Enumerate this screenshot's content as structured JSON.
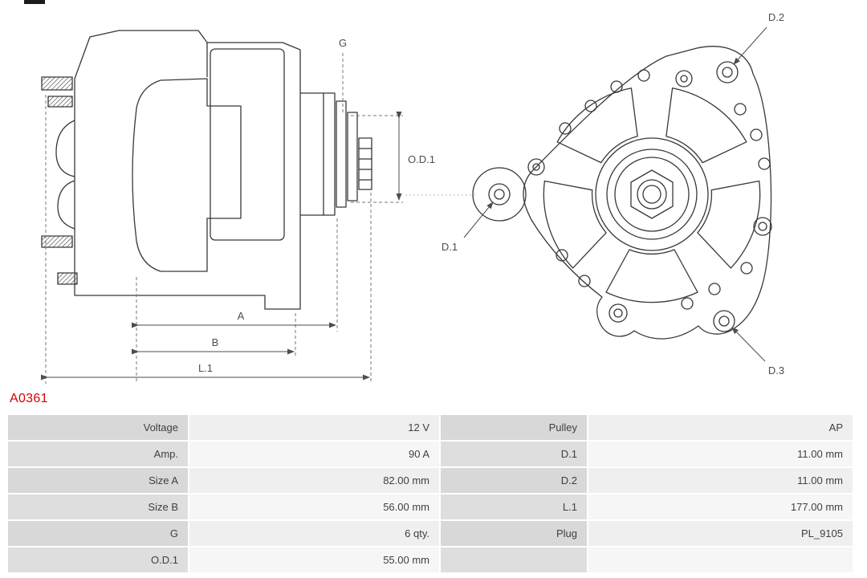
{
  "part_number": "A0361",
  "colors": {
    "part_number_red": "#d40000",
    "drawing_stroke": "#383838",
    "table_label_bg": "#d8d8d8",
    "table_value_bg": "#efefef"
  },
  "diagram": {
    "side_view": {
      "g_label": "G",
      "od1_label": "O.D.1",
      "a_label": "A",
      "b_label": "B",
      "l1_label": "L.1"
    },
    "front_view": {
      "d1_label": "D.1",
      "d2_label": "D.2",
      "d3_label": "D.3"
    }
  },
  "spec_table": {
    "rows": [
      {
        "label1": "Voltage",
        "value1": "12 V",
        "label2": "Pulley",
        "value2": "AP"
      },
      {
        "label1": "Amp.",
        "value1": "90 A",
        "label2": "D.1",
        "value2": "11.00 mm"
      },
      {
        "label1": "Size A",
        "value1": "82.00 mm",
        "label2": "D.2",
        "value2": "11.00 mm"
      },
      {
        "label1": "Size B",
        "value1": "56.00 mm",
        "label2": "L.1",
        "value2": "177.00 mm"
      },
      {
        "label1": "G",
        "value1": "6 qty.",
        "label2": "Plug",
        "value2": "PL_9105"
      },
      {
        "label1": "O.D.1",
        "value1": "55.00 mm",
        "label2": "",
        "value2": ""
      }
    ]
  }
}
